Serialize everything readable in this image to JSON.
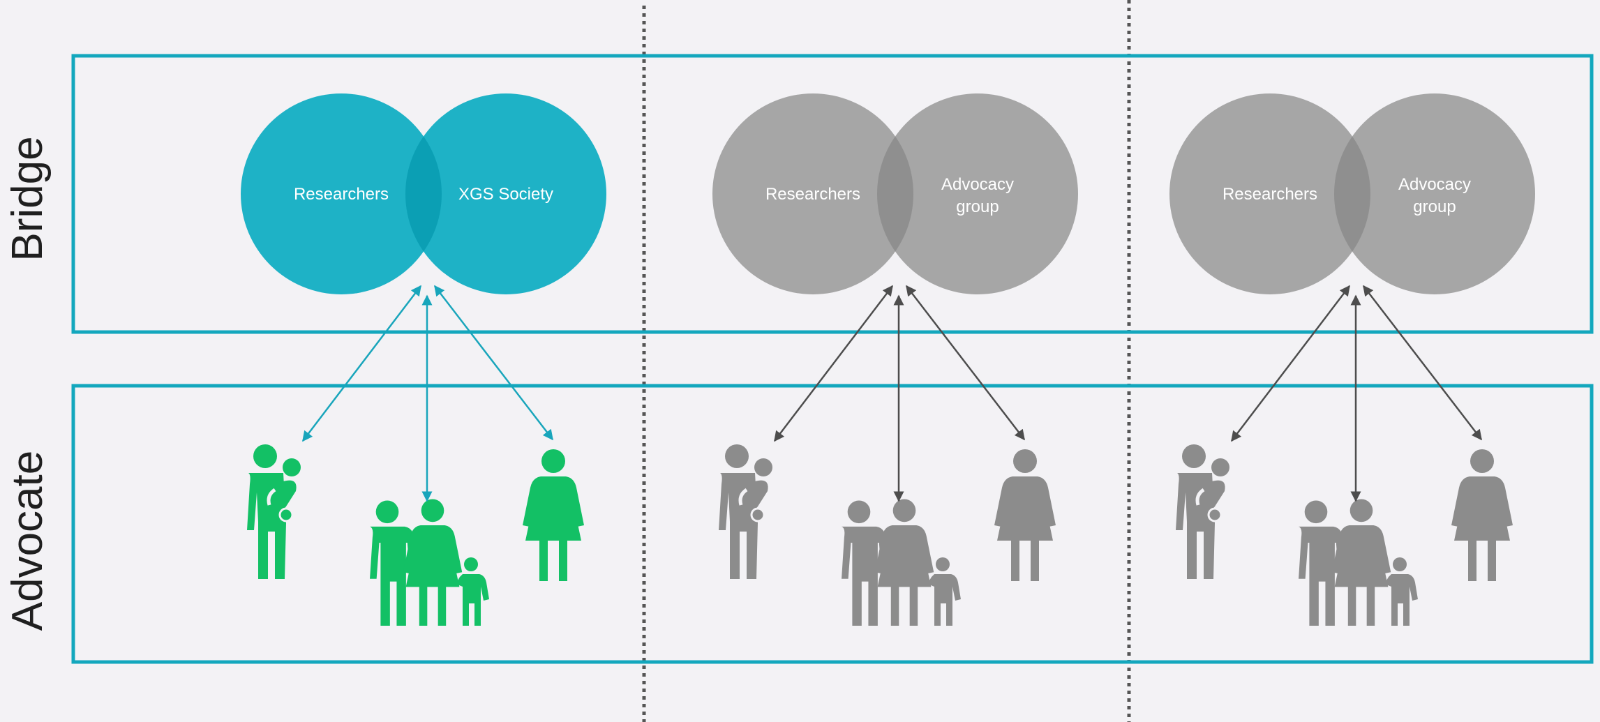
{
  "rows": {
    "bridge_label": "Bridge",
    "advocate_label": "Advocate"
  },
  "colors": {
    "frame": "#13a7bd",
    "teal_circle": "#1eb2c6",
    "teal_overlap": "#0b9fb4",
    "gray_circle": "#a6a6a6",
    "gray_overlap": "#8f8f8f",
    "green_people": "#13c065",
    "gray_people": "#8c8c8c",
    "teal_arrow": "#18a5bb",
    "gray_arrow": "#4d4d4d",
    "divider": "#555555",
    "background": "#f3f2f5"
  },
  "panels": [
    {
      "venn_left_label": "Researchers",
      "venn_right_label": [
        "XGS Society"
      ],
      "theme": "teal"
    },
    {
      "venn_left_label": "Researchers",
      "venn_right_label": [
        "Advocacy",
        "group"
      ],
      "theme": "gray"
    },
    {
      "venn_left_label": "Researchers",
      "venn_right_label": [
        "Advocacy",
        "group"
      ],
      "theme": "gray"
    }
  ],
  "people_icons": [
    "parent-with-baby-icon",
    "family-icon",
    "woman-icon"
  ]
}
